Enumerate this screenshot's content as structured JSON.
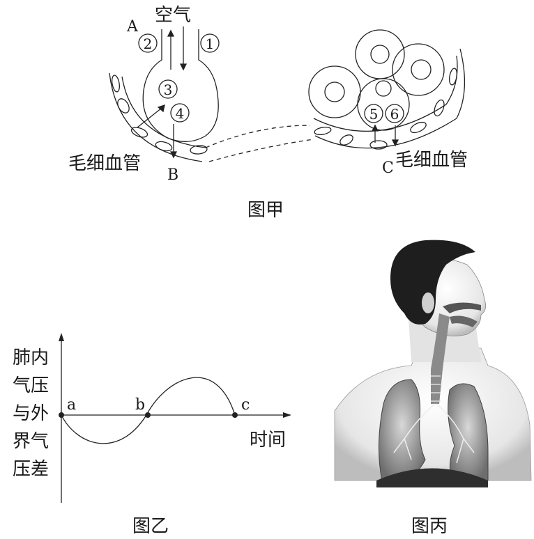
{
  "figure_jia": {
    "caption": "图甲",
    "air_label": "空气",
    "point_A": "A",
    "point_B": "B",
    "point_C": "C",
    "capillary_left": "毛细血管",
    "capillary_right": "毛细血管",
    "num_1": "①",
    "num_2": "②",
    "num_3": "③",
    "num_4": "④",
    "num_5": "⑤",
    "num_6": "⑥"
  },
  "figure_yi": {
    "caption": "图乙",
    "ylabel_lines": [
      "肺内",
      "气压",
      "与外",
      "界气",
      "压差"
    ],
    "xlabel": "时间",
    "point_a": "a",
    "point_b": "b",
    "point_c": "c"
  },
  "figure_bing": {
    "caption": "图丙"
  },
  "chart_data": {
    "type": "line",
    "title": "图乙",
    "xlabel": "时间",
    "ylabel": "肺内气压与外界气压差",
    "points": [
      {
        "label": "a",
        "x": 0,
        "y": 0
      },
      {
        "label": "b",
        "x": 1,
        "y": 0
      },
      {
        "label": "c",
        "x": 2,
        "y": 0
      }
    ],
    "series": [
      {
        "name": "肺内气压与外界气压差",
        "x": [
          0,
          0.25,
          0.5,
          0.75,
          1,
          1.25,
          1.5,
          1.75,
          2
        ],
        "values": [
          0,
          -0.7,
          -1,
          -0.7,
          0,
          0.7,
          1,
          0.7,
          0
        ]
      }
    ],
    "grid": false,
    "legend": "none"
  }
}
